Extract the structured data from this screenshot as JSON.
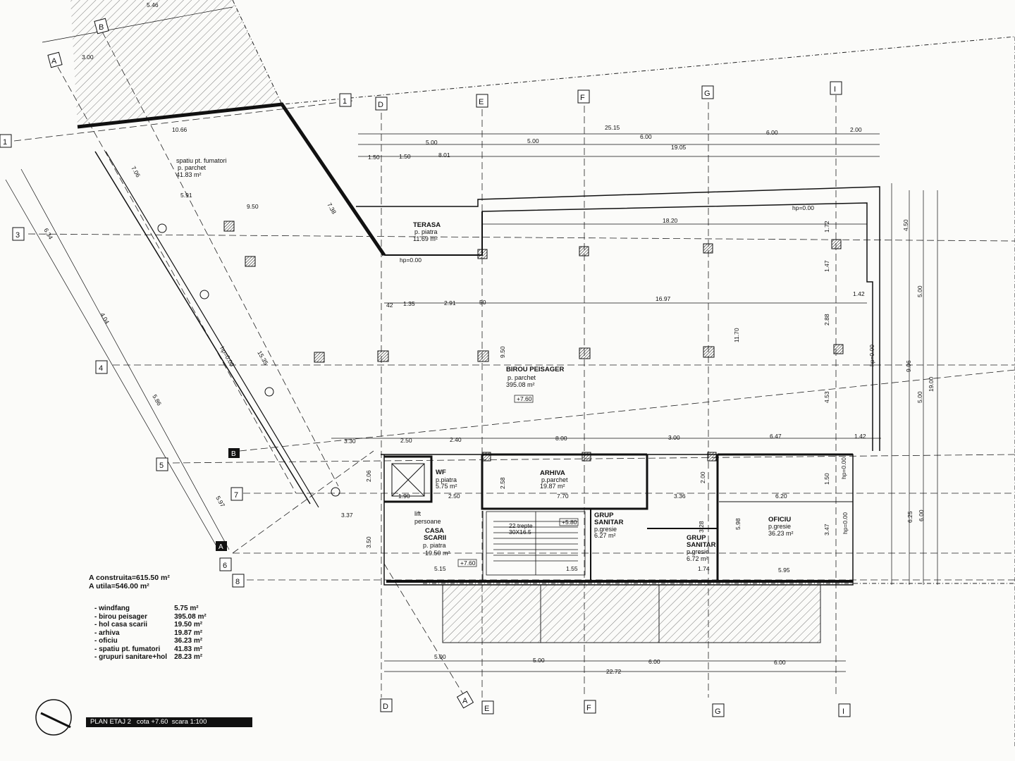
{
  "axes": [
    {
      "id": "D",
      "label": "D"
    },
    {
      "id": "E",
      "label": "E"
    },
    {
      "id": "F",
      "label": "F"
    },
    {
      "id": "G",
      "label": "G"
    },
    {
      "id": "I",
      "label": "I"
    },
    {
      "id": "A",
      "label": "A"
    },
    {
      "id": "B",
      "label": "B"
    },
    {
      "id": "1",
      "label": "1"
    },
    {
      "id": "3",
      "label": "3"
    },
    {
      "id": "4",
      "label": "4"
    },
    {
      "id": "5",
      "label": "5"
    },
    {
      "id": "6",
      "label": "6"
    },
    {
      "id": "7",
      "label": "7"
    },
    {
      "id": "8",
      "label": "8"
    }
  ],
  "rooms": {
    "spatiu_name": "spatiu pt. fumatori",
    "spatiu_floor": "p. parchet",
    "spatiu_area": "41.83 m²",
    "terasa_name": "TERASA",
    "terasa_floor": "p. piatra",
    "terasa_area": "11.69 m²",
    "birou_name": "BIROU PEISAGER",
    "birou_floor": "p. parchet",
    "birou_area": "395.08 m²",
    "birou_level": "+7.60",
    "wf_name": "WF",
    "wf_floor": "p.piatra",
    "wf_area": "5.75 m²",
    "arhiva_name": "ARHIVA",
    "arhiva_floor": "p.parchet",
    "arhiva_area": "19.87 m²",
    "lift": "lift",
    "lift2": "persoane",
    "casa_name": "CASA",
    "casa_name2": "SCARII",
    "casa_floor": "p. piatra",
    "casa_area": "19.50 m²",
    "casa_level": "+7.60",
    "stairs": "22 trepte",
    "stairs2": "30X16.5",
    "stairs_level": "+5.80",
    "grup1_name": "GRUP",
    "grup1_name2": "SANITAR",
    "grup1_floor": "p.gresie",
    "grup1_area": "6.27 m²",
    "grup2_name": "GRUP",
    "grup2_name2": "SANITAR",
    "grup2_floor": "p.gresie",
    "grup2_area": "6.72 m²",
    "oficiu_name": "OFICIU",
    "oficiu_floor": "p.gresie",
    "oficiu_area": "36.23 m²"
  },
  "dims": {
    "d2515": "25.15",
    "d500a": "5.00",
    "d500b": "5.00",
    "d600a": "6.00",
    "d600b": "6.00",
    "d200": "2.00",
    "d150a": "1.50",
    "d150b": "1.50",
    "d801": "8.01",
    "d1905": "19.05",
    "d1820": "18.20",
    "d1697": "16.97",
    "d042": "42",
    "d135": "1.35",
    "d291": "2.91",
    "d050": "50",
    "d142a": "1.42",
    "d142b": "1.42",
    "d330": "3.30",
    "d250": "2.50",
    "d240": "2.40",
    "d800": "8.00",
    "d300": "3.00",
    "d647": "6.47",
    "d770": "7.70",
    "d336": "3.36",
    "d620": "6.20",
    "d595": "5.95",
    "d515": "5.15",
    "d155": "1.55",
    "d174": "1.74",
    "d337": "3.37",
    "d250b": "2.50",
    "d190": "1.90",
    "d1066": "10.66",
    "d591": "5.91",
    "d950": "9.50",
    "d1535": "15.35",
    "d546": "5.46",
    "d300b": "3.00",
    "d706": "7.06",
    "d738": "7.38",
    "d634": "6.34",
    "d404": "4.04",
    "d586": "5.86",
    "d597": "5.97",
    "d950v": "9.50",
    "d1170": "11.70",
    "d288": "2.88",
    "d453": "4.53",
    "d172": "1.72",
    "d147": "1.47",
    "d450": "4.50",
    "d500r1": "5.00",
    "d906": "9.06",
    "d1900": "19.00",
    "d500r2": "5.00",
    "d625": "6.25",
    "d600r": "6.00",
    "d258": "2.58",
    "d200v": "2.00",
    "d150v": "1.50",
    "d347": "3.47",
    "d598": "5.98",
    "d328": "3.28",
    "d350": "3.50",
    "d206": "2.06",
    "b500a": "5.00",
    "b500b": "5.00",
    "b600a": "6.00",
    "b600b": "6.00",
    "b2272": "22.72",
    "hp1": "hp=0.00",
    "hp2": "hp=0.00",
    "hp3": "hp=0.00",
    "hp4": "hp=0.00",
    "hp5": "hp=0.00",
    "hp6": "hp=0.00"
  },
  "legend": {
    "a_construita": "A construita=615.50 m²",
    "a_utila": "A utila=546.00 m²",
    "items": [
      {
        "name": "- windfang",
        "value": "5.75 m²"
      },
      {
        "name": "- birou peisager",
        "value": "395.08 m²"
      },
      {
        "name": "- hol casa scarii",
        "value": "19.50 m²"
      },
      {
        "name": "- arhiva",
        "value": "19.87 m²"
      },
      {
        "name": "- oficiu",
        "value": "36.23 m²"
      },
      {
        "name": "- spatiu pt. fumatori",
        "value": "41.83 m²"
      },
      {
        "name": "- grupuri sanitare+hol",
        "value": "28.23 m²"
      }
    ]
  },
  "title_block": {
    "text": "PLAN ETAJ 2   cota +7.60  scara 1:100"
  }
}
